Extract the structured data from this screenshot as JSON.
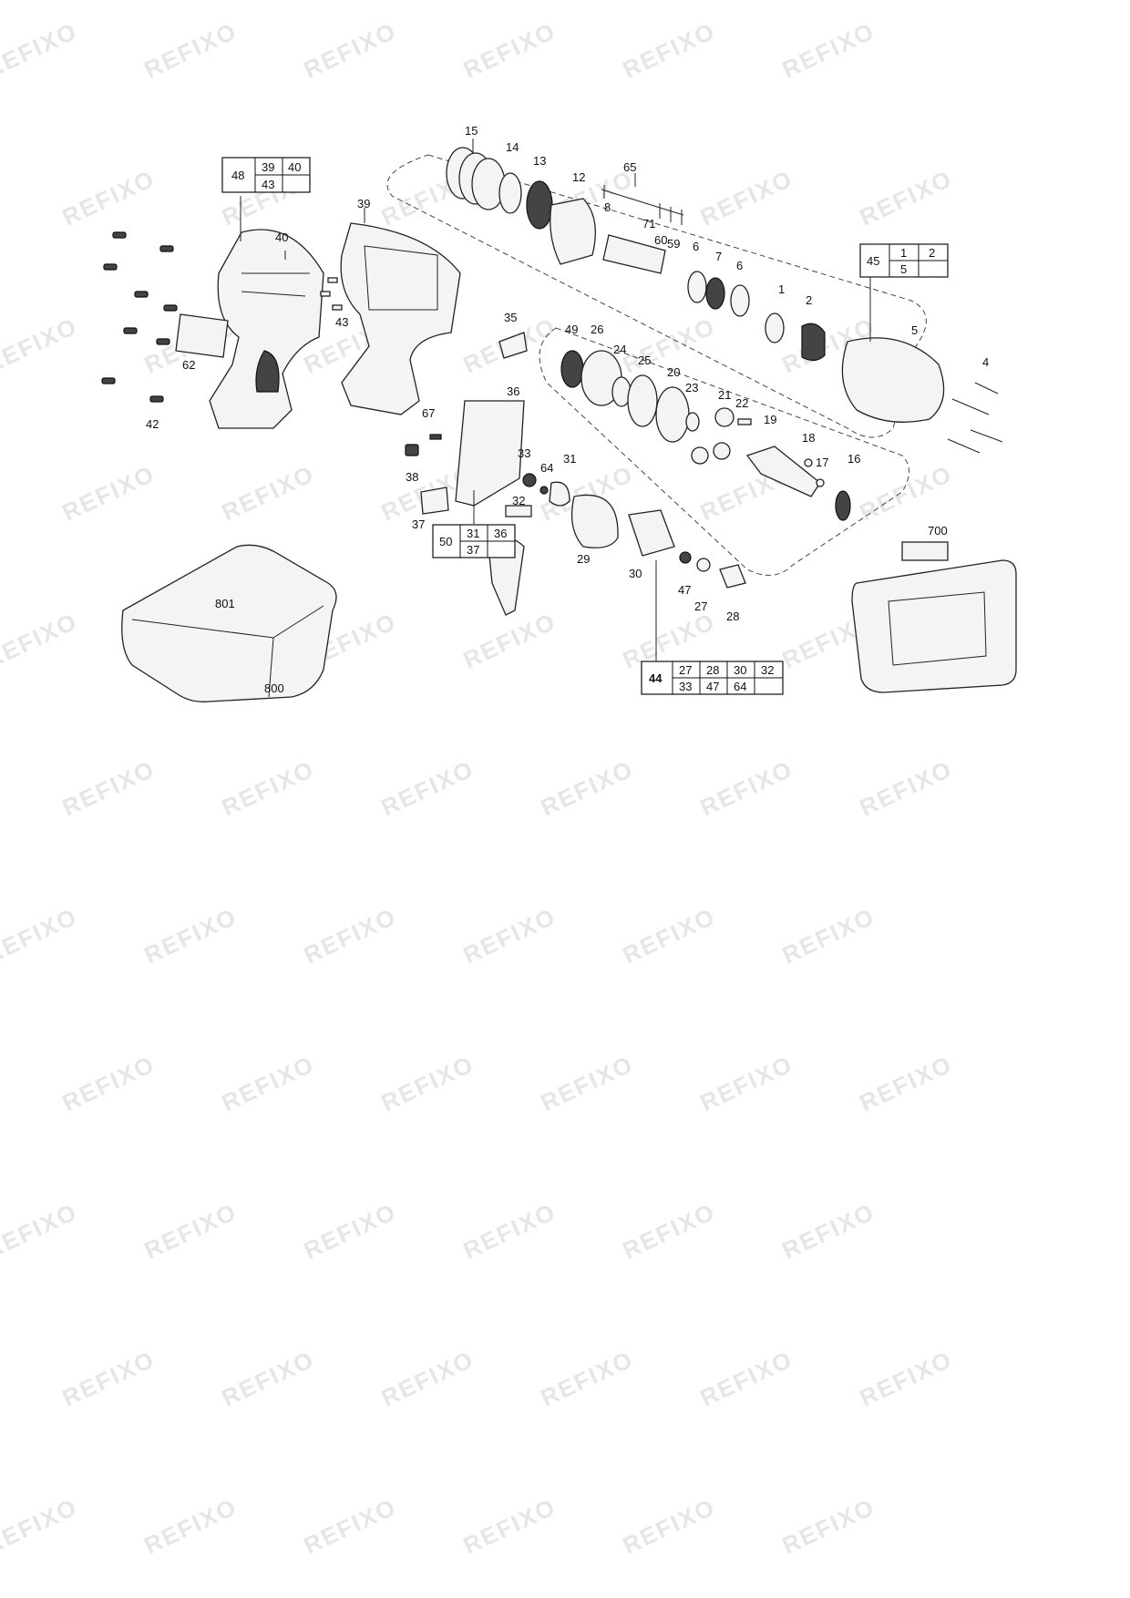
{
  "watermark": "REFIXO",
  "callouts": [
    "15",
    "14",
    "13",
    "12",
    "65",
    "8",
    "71",
    "60",
    "59",
    "6",
    "7",
    "6",
    "1",
    "2",
    "5",
    "4",
    "39",
    "40",
    "43",
    "62",
    "42",
    "35",
    "49",
    "26",
    "24",
    "25",
    "20",
    "23",
    "21",
    "22",
    "19",
    "18",
    "17",
    "16",
    "36",
    "67",
    "38",
    "37",
    "33",
    "64",
    "31",
    "32",
    "29",
    "30",
    "47",
    "27",
    "28",
    "700",
    "801",
    "800"
  ],
  "kits": [
    {
      "name": "kit-48",
      "cells": [
        "48",
        "39",
        "40",
        "43",
        ""
      ]
    },
    {
      "name": "kit-45",
      "cells": [
        "45",
        "1",
        "2",
        "5",
        ""
      ]
    },
    {
      "name": "kit-50",
      "cells": [
        "50",
        "31",
        "36",
        "37",
        ""
      ]
    },
    {
      "name": "kit-44",
      "cells": [
        "44",
        "27",
        "28",
        "30",
        "32",
        "33",
        "47",
        "64",
        ""
      ]
    }
  ]
}
